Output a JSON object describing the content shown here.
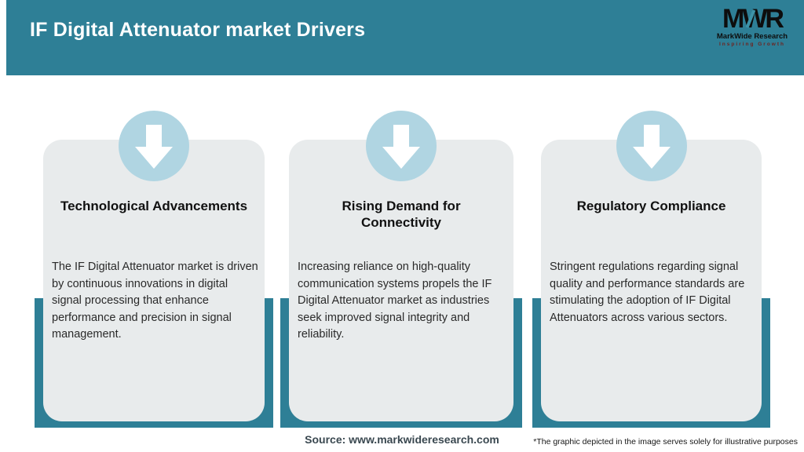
{
  "header": {
    "title": "IF Digital Attenuator market Drivers"
  },
  "logo": {
    "monogram": "MWR",
    "name": "MarkWide Research",
    "tagline": "Inspiring Growth"
  },
  "cards": [
    {
      "icon": "arrow-down-icon",
      "title": "Technological Advancements",
      "body": "The IF Digital Attenuator market is driven by continuous innovations in digital signal processing that enhance performance and precision in signal management."
    },
    {
      "icon": "arrow-down-icon",
      "title": "Rising Demand for\nConnectivity",
      "body": "Increasing reliance on high-quality communication systems propels the IF Digital Attenuator market as industries seek improved signal integrity and reliability."
    },
    {
      "icon": "arrow-down-icon",
      "title": "Regulatory Compliance",
      "body": "Stringent regulations regarding signal quality and performance standards are stimulating the adoption of IF Digital Attenuators across various sectors."
    }
  ],
  "footer": {
    "source": "Source: www.markwideresearch.com",
    "disclaimer": "*The graphic depicted in the image serves solely for illustrative purposes"
  },
  "colors": {
    "teal": "#2e7f96",
    "circle_blue": "#b0d5e2",
    "card_gray": "#e8ebec",
    "logo_black": "#0d0d0d",
    "tagline_red": "#6e2320"
  }
}
